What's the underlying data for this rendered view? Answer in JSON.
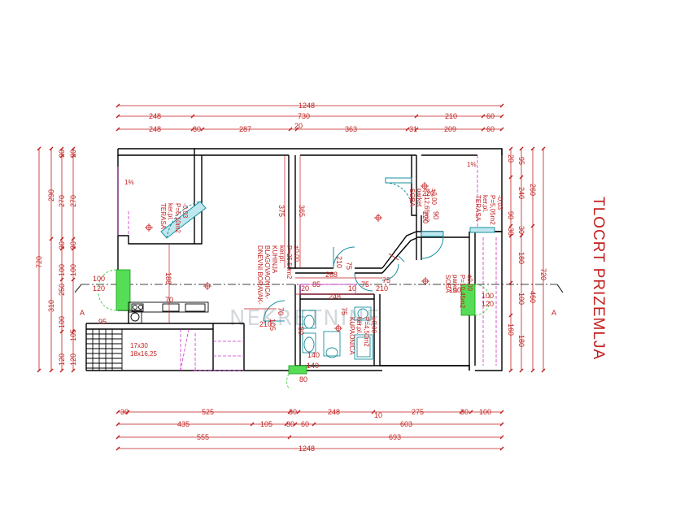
{
  "title": "TLOCRT PRIZEMLJA",
  "section_marker": "A",
  "watermark": "NEKRETNINE",
  "colors": {
    "dimension": "#c21e1e",
    "wall": "#000000",
    "window": "#33cc33",
    "door": "#1a8fa0",
    "hatch": "#cc33cc"
  },
  "dims_top": {
    "row1": [
      "1248"
    ],
    "row2": [
      "248",
      "730",
      "210",
      "60"
    ],
    "row3": [
      "248",
      "30",
      "287",
      "20",
      "363",
      "31",
      "209",
      "60"
    ]
  },
  "dims_bottom": {
    "row1": [
      "30",
      "525",
      "30",
      "248",
      "10",
      "275",
      "30",
      "100"
    ],
    "row2": [
      "435",
      "105",
      "30",
      "60",
      "603"
    ],
    "row3": [
      "555",
      "693"
    ],
    "row4": [
      "1248"
    ]
  },
  "dims_left": {
    "outer": [
      "720"
    ],
    "mid": [
      "290",
      "310"
    ],
    "inner": [
      "20",
      "270",
      "30",
      "100",
      "250",
      "100",
      "120"
    ],
    "inner2": [
      "20",
      "270",
      "30",
      "100",
      "105",
      "120"
    ]
  },
  "dims_right": {
    "outer": [
      "720"
    ],
    "mid": [
      "260",
      "460"
    ],
    "inner": [
      "95",
      "240",
      "30",
      "180",
      "100",
      "180"
    ],
    "inner2": [
      "20",
      "90",
      "30",
      "160"
    ]
  },
  "rooms": [
    {
      "name": "TERASA",
      "lines": [
        "ker.pl.",
        "P=6,10m2",
        "-0,03"
      ]
    },
    {
      "name": "DNEVNI BORAVAK-",
      "lines": [
        "BLAGOVAONICA-",
        "KUHINJA",
        "ker.pl.",
        "P=25,50m2",
        "±0,00"
      ]
    },
    {
      "name": "SOBA",
      "lines": [
        "parket",
        "P=12,65m2",
        "±0,00"
      ]
    },
    {
      "name": "TERASA",
      "lines": [
        "ker.pl.",
        "P=5,05m2",
        "-0,03"
      ]
    },
    {
      "name": "SOBA",
      "lines": [
        "parket",
        "P=10,45m2",
        "±0,00"
      ]
    },
    {
      "name": "KUPAONICA",
      "lines": [
        "ker.pl.",
        "P=4,50m2",
        "±0,00"
      ]
    }
  ],
  "interior_dims": [
    "375",
    "365",
    "268",
    "210",
    "75",
    "210",
    "75",
    "220",
    "90",
    "220",
    "100",
    "120",
    "100",
    "120",
    "210",
    "105",
    "140",
    "80",
    "140",
    "80",
    "248",
    "95",
    "188",
    "70",
    "75",
    "85",
    "100",
    "70",
    "20",
    "10",
    "75"
  ],
  "stair_note": [
    "17x30",
    "18x16,25"
  ],
  "slope_mark": "1%"
}
